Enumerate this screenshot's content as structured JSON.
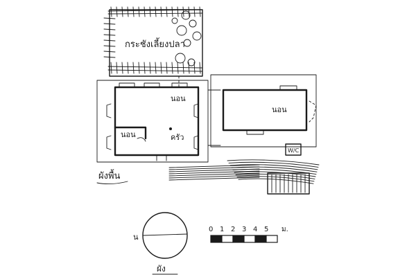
{
  "labels": {
    "cage": "กระชังเลี้ยงปลา",
    "bedroom_main": "นอน",
    "bedroom_small": "นอน",
    "kitchen": "ครัว",
    "bedroom_right": "นอน",
    "wc": "W/C",
    "floor_plan": "ผังพื้น",
    "site_plan": "ผัง"
  },
  "compass": {
    "north_label": "น"
  },
  "scale_bar": {
    "ticks": [
      "0",
      "1",
      "2",
      "3",
      "4",
      "5"
    ],
    "unit": "ม."
  }
}
